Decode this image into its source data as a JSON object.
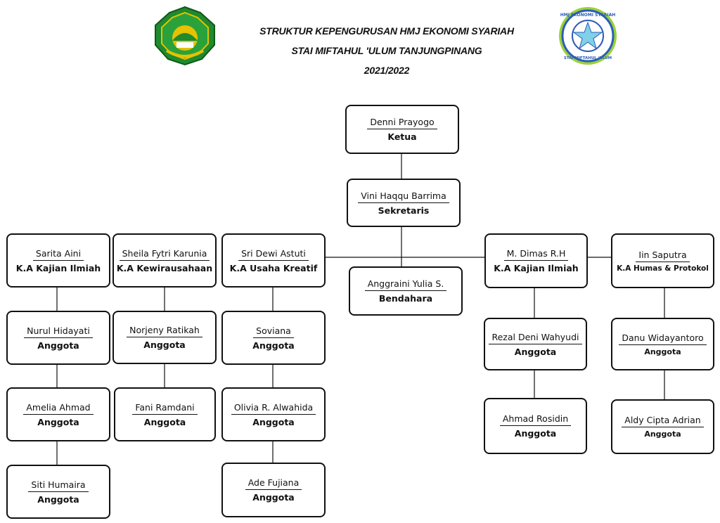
{
  "header": {
    "line1": "STRUKTUR KEPENGURUSAN HMJ EKONOMI SYARIAH",
    "line2": "STAI MIFTAHUL 'ULUM TANJUNGPINANG",
    "line3": "2021/2022"
  },
  "logo_right": {
    "text_top": "HMJ EKONOMI SYARIAH",
    "text_bottom": "STAI MIFTAHUL 'ULUM"
  },
  "nodes": {
    "ketua": {
      "name": "Denni Prayogo",
      "role": "Ketua"
    },
    "sekretaris": {
      "name": "Vini Haqqu Barrima",
      "role": "Sekretaris"
    },
    "bendahara": {
      "name": "Anggraini Yulia S.",
      "role": "Bendahara"
    },
    "kajian1": {
      "name": "Sarita Aini",
      "role": "K.A Kajian Ilmiah"
    },
    "kewirausahaan": {
      "name": "Sheila Fytri Karunia",
      "role": "K.A Kewirausahaan"
    },
    "usaha": {
      "name": "Sri Dewi Astuti",
      "role": "K.A Usaha Kreatif"
    },
    "kajian2": {
      "name": "M. Dimas R.H",
      "role": "K.A Kajian Ilmiah"
    },
    "humas": {
      "name": "Iin Saputra",
      "role": "K.A Humas & Protokol"
    },
    "a1": {
      "name": "Nurul Hidayati",
      "role": "Anggota"
    },
    "a2": {
      "name": "Amelia Ahmad",
      "role": "Anggota"
    },
    "a3": {
      "name": "Siti Humaira",
      "role": "Anggota"
    },
    "b1": {
      "name": "Norjeny Ratikah",
      "role": "Anggota"
    },
    "b2": {
      "name": "Fani Ramdani",
      "role": "Anggota"
    },
    "c1": {
      "name": "Soviana",
      "role": "Anggota"
    },
    "c2": {
      "name": "Olivia R. Alwahida",
      "role": "Anggota"
    },
    "c3": {
      "name": "Ade Fujiana",
      "role": "Anggota"
    },
    "d1": {
      "name": "Rezal Deni Wahyudi",
      "role": "Anggota"
    },
    "d2": {
      "name": "Ahmad Rosidin",
      "role": "Anggota"
    },
    "e1": {
      "name": "Danu Widayantoro",
      "role": "Anggota"
    },
    "e2": {
      "name": "Aldy Cipta Adrian",
      "role": "Anggota"
    }
  },
  "colors": {
    "logo_left_green": "#1f8a2e",
    "logo_left_gold": "#e6c200",
    "logo_right_blue": "#2a5db8",
    "logo_right_green": "#9bd13a",
    "logo_right_star": "#7fd0e8",
    "line": "#111111"
  }
}
